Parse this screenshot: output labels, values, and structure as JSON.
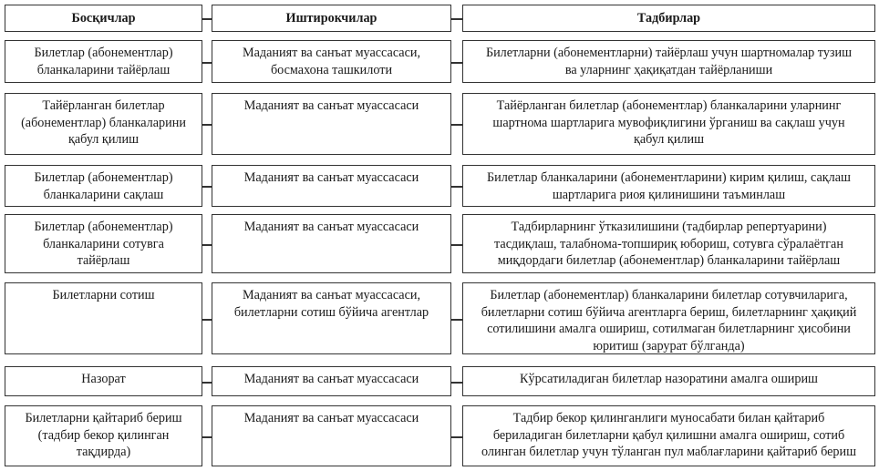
{
  "headers": [
    "Босқичлар",
    "Иштирокчилар",
    "Тадбирлар"
  ],
  "rows": [
    {
      "stage": [
        "Билетлар (абонементлар)",
        "бланкаларини тайёрлаш"
      ],
      "participants": [
        "Маданият ва санъат муассасаси,",
        "босмахона ташкилоти"
      ],
      "actions": [
        "Билетларни (абонементларни) тайёрлаш учун шартномалар тузиш",
        "ва уларнинг ҳақиқатдан тайёрланиши"
      ]
    },
    {
      "stage": [
        "Тайёрланган билетлар",
        "(абонементлар) бланкаларини",
        "қабул қилиш"
      ],
      "participants": [
        "Маданият ва санъат муассасаси"
      ],
      "actions": [
        "Тайёрланган билетлар (абонементлар) бланкаларини уларнинг",
        "шартнома шартларига мувофиқлигини ўрганиш ва сақлаш учун",
        "қабул қилиш"
      ]
    },
    {
      "stage": [
        "Билетлар (абонементлар)",
        "бланкаларини сақлаш"
      ],
      "participants": [
        "Маданият ва санъат муассасаси"
      ],
      "actions": [
        "Билетлар бланкаларини (абонементларини) кирим қилиш, сақлаш",
        "шартларига риоя қилинишини таъминлаш"
      ]
    },
    {
      "stage": [
        "Билетлар (абонементлар)",
        "бланкаларини сотувга",
        "тайёрлаш"
      ],
      "participants": [
        "Маданият ва санъат муассасаси"
      ],
      "actions": [
        "Тадбирларнинг ўтказилишини (тадбирлар репертуарини)",
        "тасдиқлаш, талабнома-топшириқ юбориш, сотувга сўралаётган",
        "миқдордаги билетлар (абонементлар) бланкаларини тайёрлаш"
      ]
    },
    {
      "stage": [
        "Билетларни сотиш"
      ],
      "participants": [
        "Маданият ва санъат муассасаси,",
        "билетларни сотиш бўйича агентлар"
      ],
      "actions": [
        "Билетлар (абонементлар) бланкаларини билетлар сотувчиларига,",
        "билетларни сотиш бўйича агентларга бериш, билетларнинг ҳақиқий",
        "сотилишини амалга ошириш, сотилмаган билетларнинг ҳисобини",
        "юритиш (зарурат бўлганда)"
      ]
    },
    {
      "stage": [
        "Назорат"
      ],
      "participants": [
        "Маданият ва санъат муассасаси"
      ],
      "actions": [
        "Кўрсатиладиган билетлар назоратини амалга ошириш"
      ]
    },
    {
      "stage": [
        "Билетларни қайтариб бериш",
        "(тадбир бекор қилинган",
        "тақдирда)"
      ],
      "participants": [
        "Маданият ва санъат муассасаси"
      ],
      "actions": [
        "Тадбир бекор қилинганлиги муносабати билан қайтариб",
        "бериладиган билетларни қабул қилишни амалга ошириш, сотиб",
        "олинган билетлар учун тўланган пул маблағларини қайтариб бериш"
      ]
    }
  ]
}
